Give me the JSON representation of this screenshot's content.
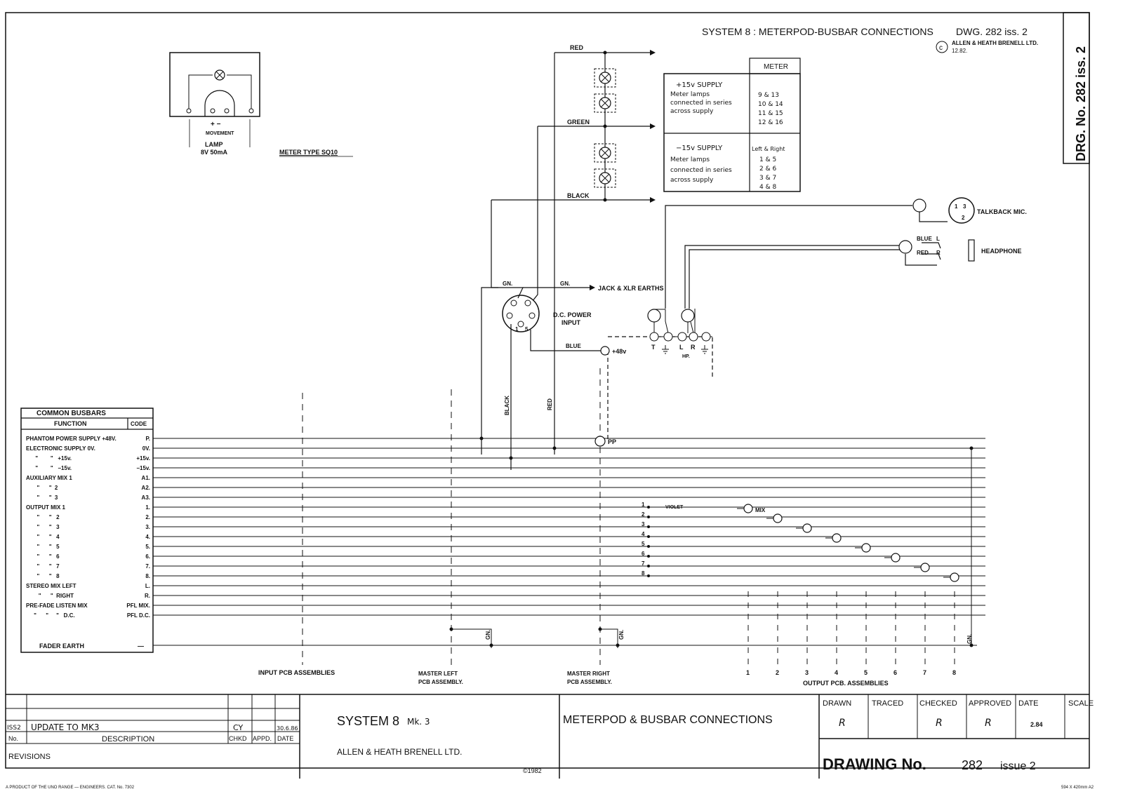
{
  "header": {
    "title": "SYSTEM 8 : METERPOD-BUSBAR CONNECTIONS",
    "dwg": "DWG. 282 iss. 2",
    "copyright_symbol": "c",
    "maker": "ALLEN & HEATH BRENELL LTD.",
    "date": "12.82.",
    "side_label": "DRG. No. 282 iss. 2"
  },
  "meter": {
    "movement_label": "MOVEMENT",
    "plus_minus": "+    −",
    "lamp_label": "LAMP",
    "lamp_rating": "8V 50mA",
    "type_label": "METER TYPE SQ10"
  },
  "wires": {
    "red": "RED",
    "green": "GREEN",
    "black": "BLACK",
    "blue": "BLUE",
    "gn": "GN.",
    "jack_xlr": "JACK & XLR EARTHS",
    "dc_power": "D.C. POWER",
    "dc_input": "INPUT",
    "plus48": "+48v",
    "pp": "PP",
    "black_v": "BLACK",
    "red_v": "RED",
    "talkback": "TALKBACK MIC.",
    "headphone": "HEADPHONE",
    "blue_l": "BLUE",
    "red_r": "RED",
    "l": "L",
    "r": "R",
    "term_t": "T",
    "term_l": "L",
    "term_r": "R",
    "hp": "HP.",
    "violet": "VIOLET",
    "mix": "MIX",
    "gn_small": "GN."
  },
  "meter_table": {
    "header": "METER",
    "plus_title": "+15v SUPPLY",
    "plus_lines": [
      "Meter lamps",
      "connected in series",
      "across supply"
    ],
    "plus_values": [
      "9 & 13",
      "10 & 14",
      "11 & 15",
      "12 & 16"
    ],
    "minus_title": "−15v SUPPLY",
    "minus_lines": [
      "Meter lamps",
      "connected in series",
      "across supply"
    ],
    "minus_head": "Left & Right",
    "minus_values": [
      "1 & 5",
      "2 & 6",
      "3 & 7",
      "4 & 8"
    ]
  },
  "busbars": {
    "title": "COMMON BUSBARS",
    "function_header": "FUNCTION",
    "code_header": "CODE",
    "rows": [
      {
        "function": "PHANTOM POWER SUPPLY +48V.",
        "code": "P."
      },
      {
        "function": "ELECTRONIC SUPPLY  0V.",
        "code": "0V."
      },
      {
        "function": "      \"        \"   +15v.",
        "code": "+15v."
      },
      {
        "function": "      \"        \"   −15v.",
        "code": "−15v."
      },
      {
        "function": "AUXILIARY MIX 1",
        "code": "A1."
      },
      {
        "function": "       \"      \"  2",
        "code": "A2."
      },
      {
        "function": "       \"      \"  3",
        "code": "A3."
      },
      {
        "function": "OUTPUT  MIX  1",
        "code": "1."
      },
      {
        "function": "       \"      \"   2",
        "code": "2."
      },
      {
        "function": "       \"      \"   3",
        "code": "3."
      },
      {
        "function": "       \"      \"   4",
        "code": "4."
      },
      {
        "function": "       \"      \"   5",
        "code": "5."
      },
      {
        "function": "       \"      \"   6",
        "code": "6."
      },
      {
        "function": "       \"      \"   7",
        "code": "7."
      },
      {
        "function": "       \"      \"   8",
        "code": "8."
      },
      {
        "function": "STEREO  MIX  LEFT",
        "code": "L."
      },
      {
        "function": "        \"      \"  RIGHT",
        "code": "R."
      },
      {
        "function": "PRE-FADE LISTEN MIX",
        "code": "PFL MIX."
      },
      {
        "function": "     \"      \"     \"   D.C.",
        "code": "PFL D.C."
      }
    ],
    "fader_earth": "FADER EARTH",
    "fader_code": "—"
  },
  "assemblies": {
    "input": "INPUT PCB ASSEMBLIES",
    "master_left_1": "MASTER LEFT",
    "master_left_2": "PCB ASSEMBLY.",
    "master_right_1": "MASTER RIGHT",
    "master_right_2": "PCB ASSEMBLY.",
    "output": "OUTPUT PCB. ASSEMBLIES",
    "output_numbers": [
      "1",
      "2",
      "3",
      "4",
      "5",
      "6",
      "7",
      "8"
    ]
  },
  "mix_numbers": [
    "1",
    "2",
    "3",
    "4",
    "5",
    "6",
    "7",
    "8"
  ],
  "title_block": {
    "rev_no": "ISS2",
    "rev_desc": "UPDATE  TO  MK3",
    "rev_chkd": "CY",
    "rev_date": "30.6.86",
    "h_no": "No.",
    "h_desc": "DESCRIPTION",
    "h_chkd": "CHKD",
    "h_appd": "APPD.",
    "h_date": "DATE",
    "revisions": "REVISIONS",
    "product": "SYSTEM 8",
    "product_mk": "Mk. 3",
    "company": "ALLEN & HEATH BRENELL LTD.",
    "copyright": "©1982",
    "drawing_title": "METERPOD & BUSBAR CONNECTIONS",
    "drawn": "DRAWN",
    "traced": "TRACED",
    "checked": "CHECKED",
    "approved": "APPROVED",
    "date": "DATE",
    "scale": "SCALE",
    "drawn_by": "R",
    "checked_by": "R",
    "approved_by": "R",
    "date_value": "2.84",
    "drawing_no": "DRAWING No.",
    "drawing_num": "282",
    "issue": "issue 2"
  },
  "footer": {
    "product_note": "A PRODUCT OF THE UNO RANGE — ENGINEERS. CAT. No. 7302",
    "size_note": "594 X 420mm A2"
  }
}
